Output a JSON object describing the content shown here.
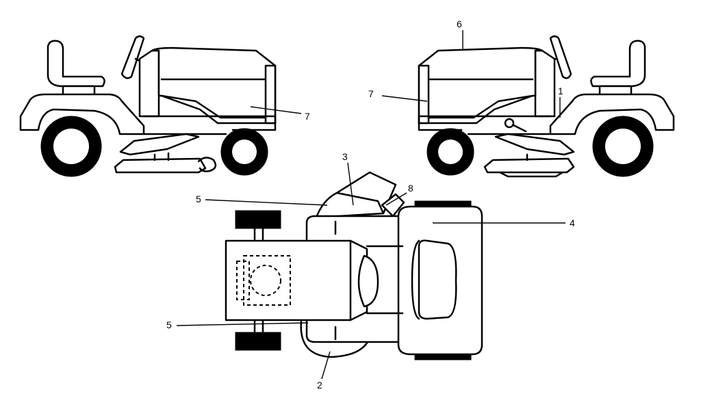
{
  "callouts": {
    "c1": "1",
    "c2": "2",
    "c3": "3",
    "c4": "4",
    "c5a": "5",
    "c5b": "5",
    "c6": "6",
    "c7a": "7",
    "c7b": "7",
    "c8": "8"
  }
}
